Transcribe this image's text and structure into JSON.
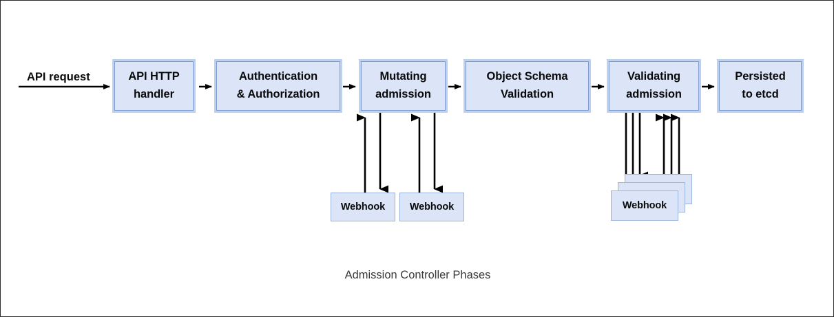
{
  "diagram": {
    "caption": "Admission Controller Phases",
    "entry_label": "API request",
    "colors": {
      "box_fill": "#dbe5f7",
      "box_border": "#7e9ccf",
      "box_outer_band": "#bcd0ef",
      "webhook_border": "#9ab3dd",
      "arrow": "#000000",
      "text": "#0a0a0a",
      "caption_text": "#3a3a3a",
      "frame": "#2b2b2b"
    },
    "phases": [
      {
        "id": "api-http-handler",
        "line1": "API HTTP",
        "line2": "handler"
      },
      {
        "id": "authentication-authorization",
        "line1": "Authentication",
        "line2": "& Authorization"
      },
      {
        "id": "mutating-admission",
        "line1": "Mutating",
        "line2": "admission"
      },
      {
        "id": "object-schema-validation",
        "line1": "Object Schema",
        "line2": "Validation"
      },
      {
        "id": "validating-admission",
        "line1": "Validating",
        "line2": "admission"
      },
      {
        "id": "persisted-to-etcd",
        "line1": "Persisted",
        "line2": "to etcd"
      }
    ],
    "mutating_webhooks": [
      {
        "id": "mutating-webhook-1",
        "label": "Webhook"
      },
      {
        "id": "mutating-webhook-2",
        "label": "Webhook"
      }
    ],
    "validating_webhooks": [
      {
        "id": "validating-webhook-back-2",
        "label": ""
      },
      {
        "id": "validating-webhook-back-1",
        "label": ""
      },
      {
        "id": "validating-webhook-front",
        "label": "Webhook"
      }
    ]
  }
}
